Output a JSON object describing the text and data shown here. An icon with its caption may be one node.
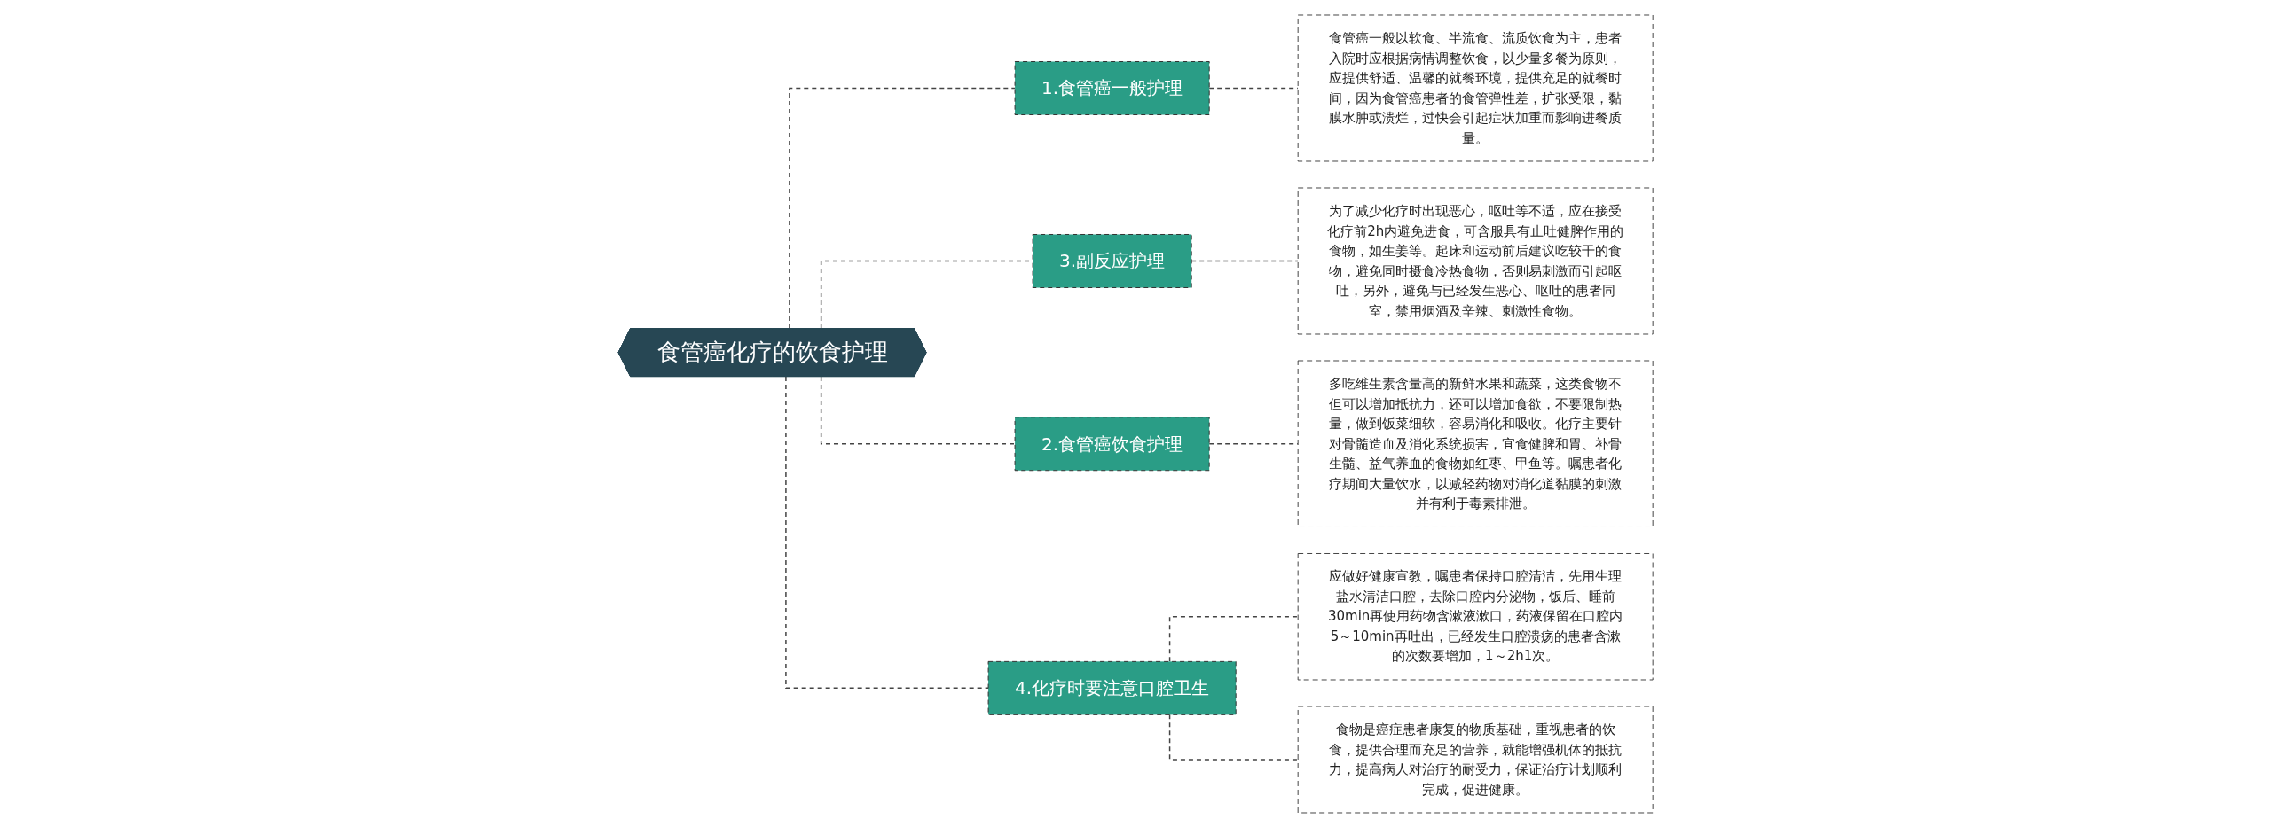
{
  "diagram": {
    "nodes": [
      {
        "text": [
          "食管癌化疗的饮食护理"
        ]
      },
      {
        "text": [
          "1.食管癌一般护理"
        ]
      },
      {
        "text": [
          "食管癌一般以软食、半流食、流质饮食为主，患者入院时应根据病情调整饮食，以少量多餐为原则，应提供舒适、温馨的就餐环境，提供充足的就餐时间，因为食管癌患者的食管弹性差，扩张受限，黏膜水肿或溃烂，过快会引起症状加重而影响进餐质量。"
        ]
      },
      {
        "text": [
          "3.副反应护理"
        ]
      },
      {
        "text": [
          "为了减少化疗时出现恶心，呕吐等不适，应在接受化疗前2h内避免进食，可含服具有止吐健脾作用的食物，如生姜等。起床和运动前后建议吃较干的食物，避免同时摄食冷热食物，否则易刺激而引起呕吐，另外，避免与已经发生恶心、呕吐的患者同室，禁用烟酒及辛辣、刺激性食物。"
        ]
      },
      {
        "text": [
          "2.食管癌饮食护理"
        ]
      },
      {
        "text": [
          "多吃维生素含量高的新鲜水果和蔬菜，这类食物不但可以增加抵抗力，还可以增加食欲，不要限制热量，做到饭菜细软，容易消化和吸收。化疗主要针对骨髓造血及消化系统损害，宜食健脾和胃、补骨生髓、益气养血的食物如红枣、甲鱼等。嘱患者化疗期间大量饮水，以减轻药物对消化道黏膜的刺激并有利于毒素排泄。"
        ]
      },
      {
        "text": [
          "4.化疗时要注意口腔卫生"
        ]
      },
      {
        "text": [
          "应做好健康宣教，嘱患者保持口腔清洁，先用生理盐水清洁口腔，去除口腔内分泌物，饭后、睡前30min再使用药物含漱液漱口，药液保留在口腔内5～10min再吐出，已经发生口腔溃疡的患者含漱的次数要增加，1～2h1次。"
        ]
      },
      {
        "text": [
          "食物是癌症患者康复的物质基础，重视患者的饮食，提供合理而充足的营养，就能增强机体的抵抗力，提高病人对治疗的耐受力，保证治疗计划顺利完成，促进健康。"
        ]
      }
    ],
    "edges": [
      {
        "from": 0,
        "to": 1,
        "arrow": "none",
        "style": "dashed"
      },
      {
        "from": 1,
        "to": 2,
        "arrow": "none",
        "style": "dashed"
      },
      {
        "from": 0,
        "to": 3,
        "arrow": "none",
        "style": "dashed"
      },
      {
        "from": 3,
        "to": 4,
        "arrow": "none",
        "style": "dashed"
      },
      {
        "from": 0,
        "to": 5,
        "arrow": "none",
        "style": "dashed"
      },
      {
        "from": 5,
        "to": 6,
        "arrow": "none",
        "style": "dashed"
      },
      {
        "from": 0,
        "to": 7,
        "arrow": "none",
        "style": "dashed"
      },
      {
        "from": 7,
        "to": 8,
        "arrow": "none",
        "style": "dashed"
      },
      {
        "from": 7,
        "to": 9,
        "arrow": "none",
        "style": "dashed"
      }
    ]
  }
}
